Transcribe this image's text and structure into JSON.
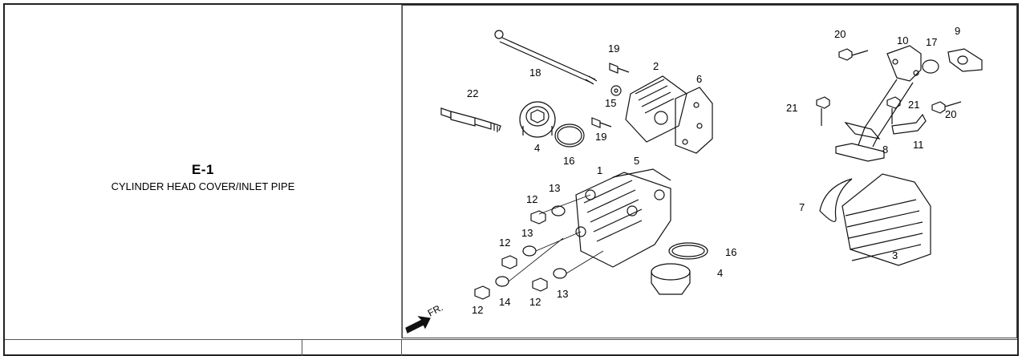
{
  "header": {
    "code": "E-1",
    "title": "CYLINDER HEAD COVER/INLET PIPE"
  },
  "diagram": {
    "direction_label": "FR.",
    "callouts": [
      "1",
      "2",
      "3",
      "4",
      "4",
      "5",
      "6",
      "7",
      "8",
      "9",
      "10",
      "11",
      "12",
      "12",
      "12",
      "12",
      "13",
      "13",
      "13",
      "14",
      "15",
      "16",
      "16",
      "17",
      "18",
      "19",
      "19",
      "20",
      "20",
      "21",
      "21",
      "22"
    ]
  }
}
